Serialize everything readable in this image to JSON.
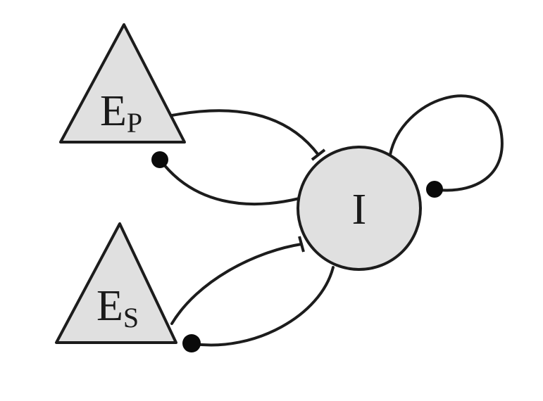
{
  "nodes": {
    "ep": {
      "main": "E",
      "sub": "P"
    },
    "es": {
      "main": "E",
      "sub": "S"
    },
    "i": {
      "main": "I"
    }
  },
  "colors": {
    "node_fill": "#e0e0e0",
    "stroke": "#1c1c1c",
    "terminal": "#0a0a0a"
  },
  "connections": [
    {
      "from": "E_P",
      "to": "I",
      "terminal": "flat-bar"
    },
    {
      "from": "I",
      "to": "E_P",
      "terminal": "filled-dot"
    },
    {
      "from": "E_S",
      "to": "I",
      "terminal": "flat-bar"
    },
    {
      "from": "I",
      "to": "E_S",
      "terminal": "filled-dot"
    },
    {
      "from": "I",
      "to": "I",
      "terminal": "filled-dot"
    }
  ]
}
